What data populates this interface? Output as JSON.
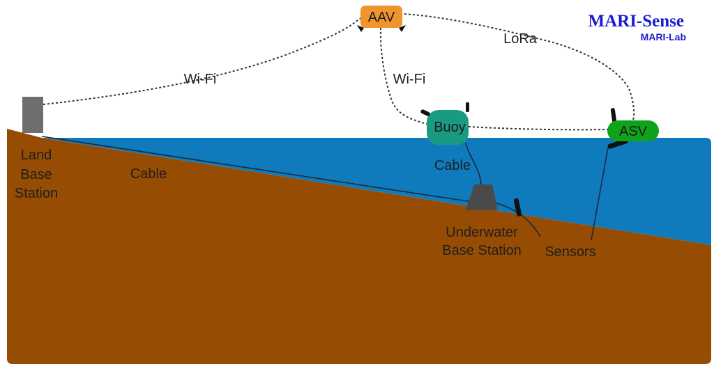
{
  "brand": {
    "title": "MARI-Sense",
    "subtitle": "MARI-Lab"
  },
  "nodes": {
    "aav": "AAV",
    "buoy": "Buoy",
    "asv": "ASV",
    "land_station": [
      "Land",
      "Base",
      "Station"
    ],
    "underwater_station": [
      "Underwater",
      "Base Station"
    ],
    "sensors": "Sensors"
  },
  "links": {
    "wifi_land": "Wi-Fi",
    "wifi_buoy": "Wi-Fi",
    "lora": "LoRa",
    "cable_land": "Cable",
    "cable_buoy": "Cable"
  },
  "colors": {
    "sea": "#0f7bbd",
    "seabed": "#974c03",
    "aav": "#f0942e",
    "buoy": "#1b9a82",
    "asv": "#0ea31a",
    "station_tower": "#6e6e6e",
    "underwater_station": "#4a4a4a",
    "brand": "#1a1ad0"
  }
}
